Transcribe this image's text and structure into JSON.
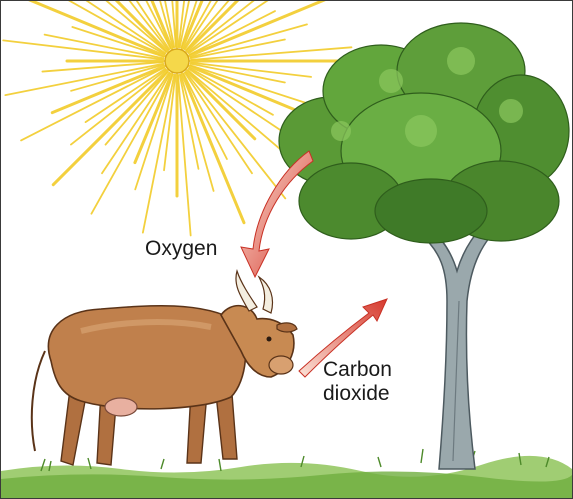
{
  "labels": {
    "oxygen": "Oxygen",
    "carbon_dioxide_line1": "Carbon",
    "carbon_dioxide_line2": "dioxide"
  },
  "colors": {
    "sun_rays": "#f2cc2a",
    "sun_core": "#f5d84a",
    "arrow": "#d63a2e",
    "foliage": "#5e9e3a",
    "foliage_dark": "#3f7a28",
    "trunk": "#8a9aa0",
    "cow": "#b87a4a",
    "cow_dark": "#8a5530",
    "grass": "#7cb84a"
  },
  "icons": [
    "sun-icon",
    "tree-icon",
    "cow-icon",
    "arrow-icon"
  ]
}
